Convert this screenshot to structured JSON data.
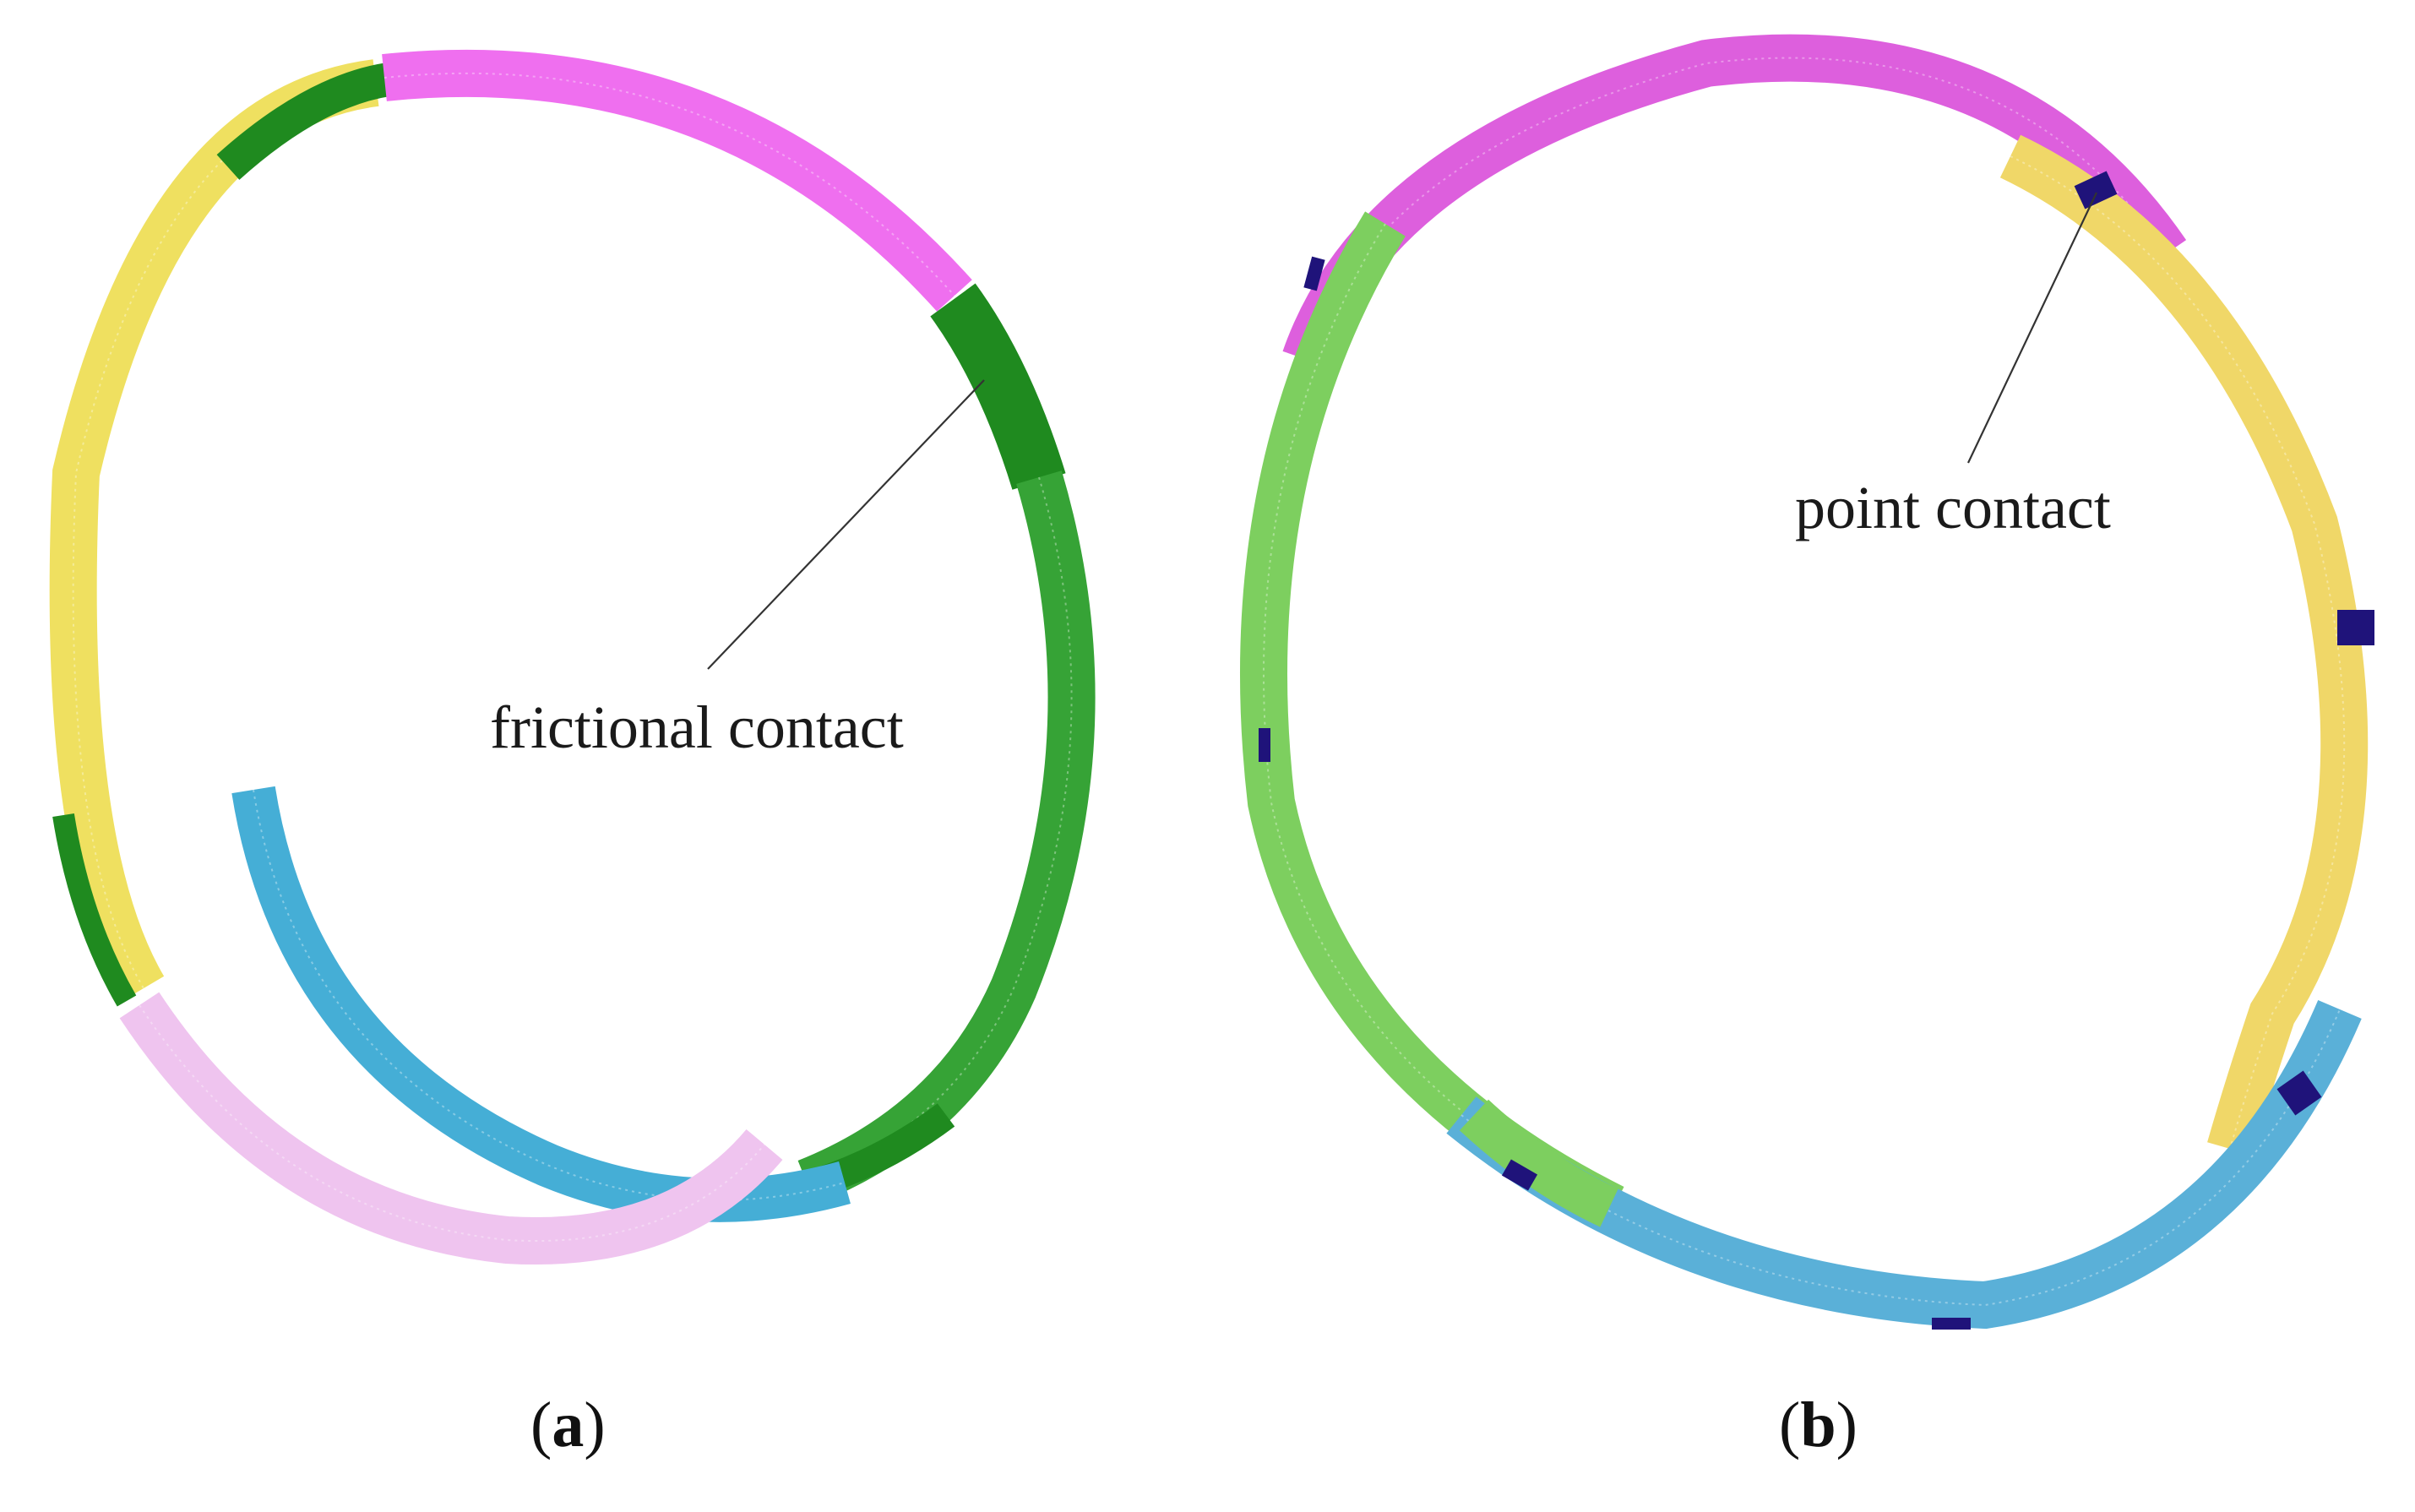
{
  "panels": [
    {
      "id": "a",
      "label_open": "(",
      "label_letter": "a",
      "label_close": ")",
      "annotation": "frictional contact",
      "colors": {
        "yellow": "#efe060",
        "magenta": "#ef6fef",
        "dark_green": "#1f8a1f",
        "green": "#36a336",
        "cyan": "#45aed6",
        "pink": "#efc4ef"
      }
    },
    {
      "id": "b",
      "label_open": "(",
      "label_letter": "b",
      "label_close": ")",
      "annotation": "point contact",
      "colors": {
        "magenta": "#dd5fdd",
        "green": "#7dcf5f",
        "yellow": "#f0d768",
        "cyan": "#5ab0d8",
        "contact_block": "#1f137a"
      }
    }
  ]
}
